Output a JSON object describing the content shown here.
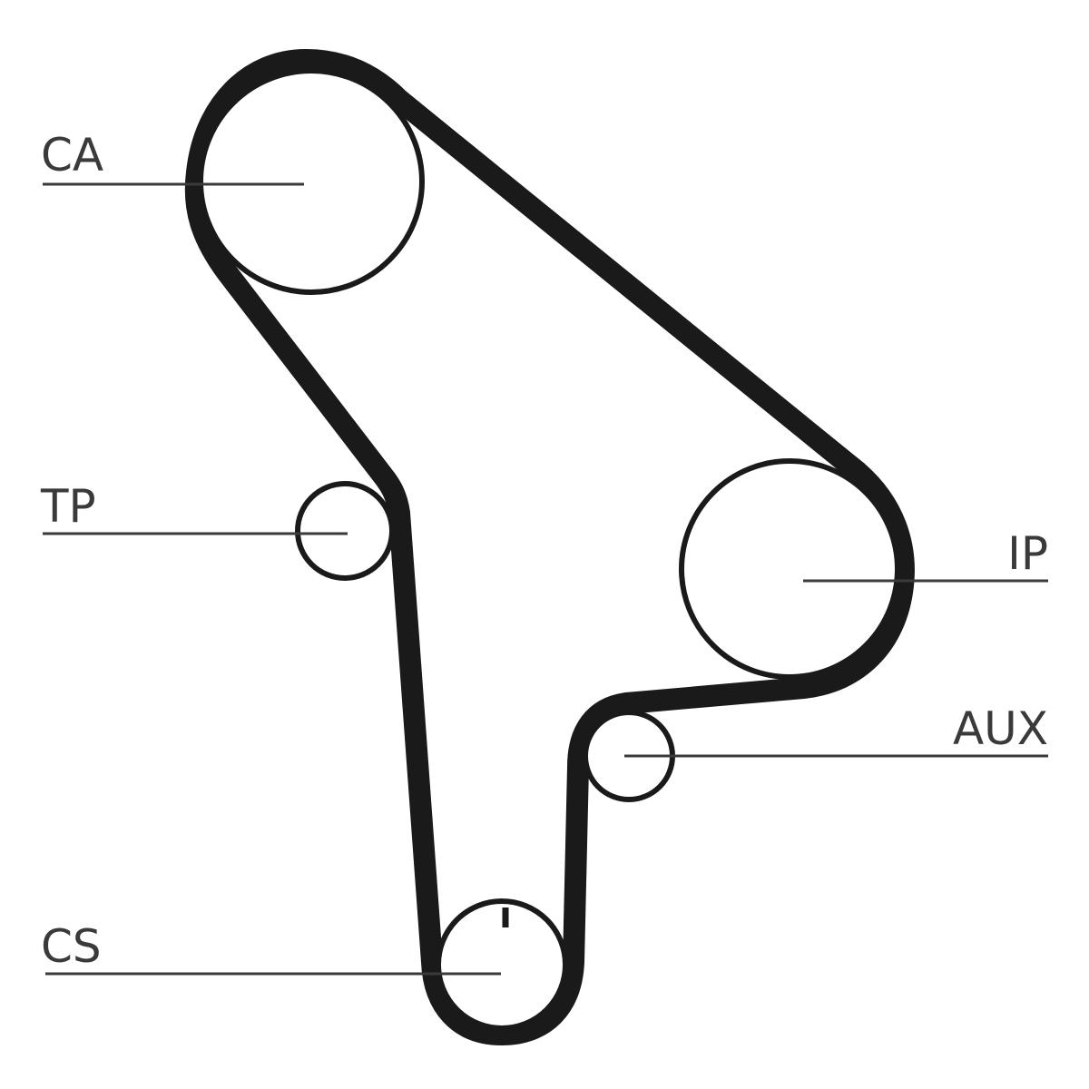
{
  "labels": {
    "camshaft": "CA",
    "tensioner": "TP",
    "injection_pump": "IP",
    "auxiliary": "AUX",
    "crankshaft": "CS"
  },
  "colors": {
    "belt": "#1a1a1a",
    "text": "#3a3a3a",
    "background": "#ffffff"
  }
}
